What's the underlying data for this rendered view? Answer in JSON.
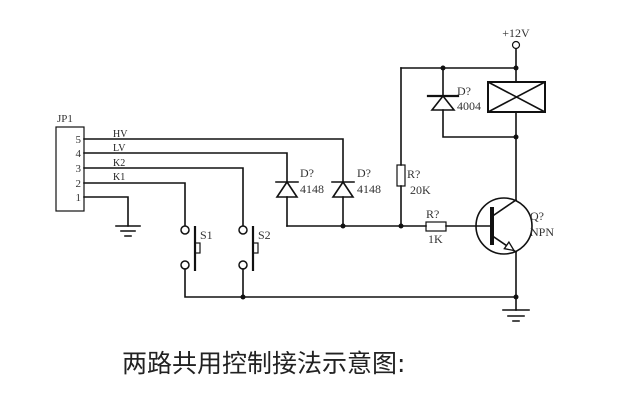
{
  "title": "两路共用控制接法示意图:",
  "power": {
    "label": "+12V"
  },
  "connector": {
    "ref": "JP1",
    "pins": [
      "5",
      "4",
      "3",
      "2",
      "1"
    ],
    "signals": [
      "HV",
      "LV",
      "K2",
      "K1"
    ]
  },
  "components": {
    "d_hv": {
      "ref": "D?",
      "value": "4148"
    },
    "d_lv": {
      "ref": "D?",
      "value": "4148"
    },
    "d_relay": {
      "ref": "D?",
      "value": "4004"
    },
    "r_pullup": {
      "ref": "R?",
      "value": "20K"
    },
    "r_base": {
      "ref": "R?",
      "value": "1K"
    },
    "transistor": {
      "ref": "Q?",
      "value": "NPN"
    },
    "switch_1": {
      "ref": "S1"
    },
    "switch_2": {
      "ref": "S2"
    }
  }
}
